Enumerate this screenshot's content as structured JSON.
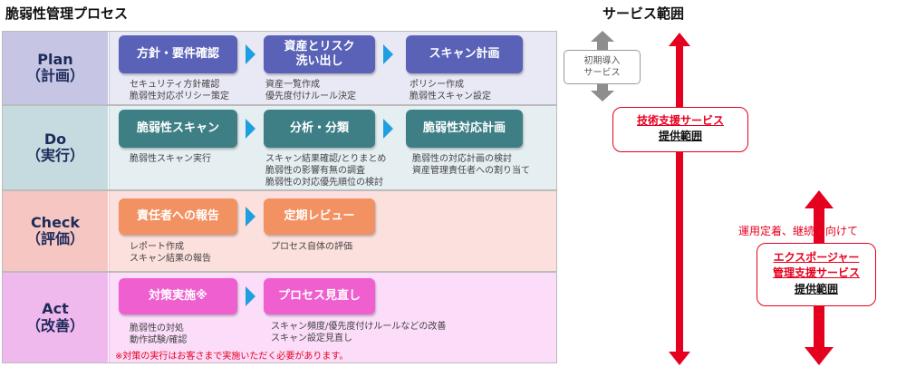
{
  "titles": {
    "main": "脆弱性管理プロセス",
    "service": "サービス範囲"
  },
  "phases": {
    "plan": {
      "label_en": "Plan",
      "label_jp": "（計画）",
      "boxes": [
        "方針・要件確認",
        "資産とリスク\n洗い出し",
        "スキャン計画"
      ],
      "descs": [
        "セキュリティ方針確認\n脆弱性対応ポリシー策定",
        "資産一覧作成\n優先度付けルール決定",
        "ポリシー作成\n脆弱性スキャン設定"
      ]
    },
    "do": {
      "label_en": "Do",
      "label_jp": "（実行）",
      "boxes": [
        "脆弱性スキャン",
        "分析・分類",
        "脆弱性対応計画"
      ],
      "descs": [
        "脆弱性スキャン実行",
        "スキャン結果確認/とりまとめ\n脆弱性の影響有無の調査\n脆弱性の対応優先順位の検討",
        "脆弱性の対応計画の検討\n資産管理責任者への割り当て"
      ]
    },
    "check": {
      "label_en": "Check",
      "label_jp": "（評価）",
      "boxes": [
        "責任者への報告",
        "定期レビュー"
      ],
      "descs": [
        "レポート作成\nスキャン結果の報告",
        "プロセス自体の評価"
      ]
    },
    "act": {
      "label_en": "Act",
      "label_jp": "（改善）",
      "boxes": [
        "対策実施※",
        "プロセス見直し"
      ],
      "descs": [
        "脆弱性の対処\n動作試験/確認",
        "スキャン頻度/優先度付けルールなどの改善\nスキャン設定見直し"
      ],
      "note": "※対策の実行はお客さまで実施いただく必要があります。"
    }
  },
  "service": {
    "initial": "初期導入\nサービス",
    "tech_support_title": "技術支援サービス",
    "tech_support_scope": "提供範囲",
    "operation_text": "運用定着、継続に向けて",
    "exposure_title_1": "エクスポージャー",
    "exposure_title_2": "管理支援サービス",
    "exposure_scope": "提供範囲"
  },
  "colors": {
    "plan_box": "#5a62b8",
    "do_box": "#3e7f86",
    "check_box": "#f29162",
    "act_box": "#ef5fd0",
    "arrow_red": "#e6001f",
    "chevron_blue": "#1ea0e0"
  }
}
